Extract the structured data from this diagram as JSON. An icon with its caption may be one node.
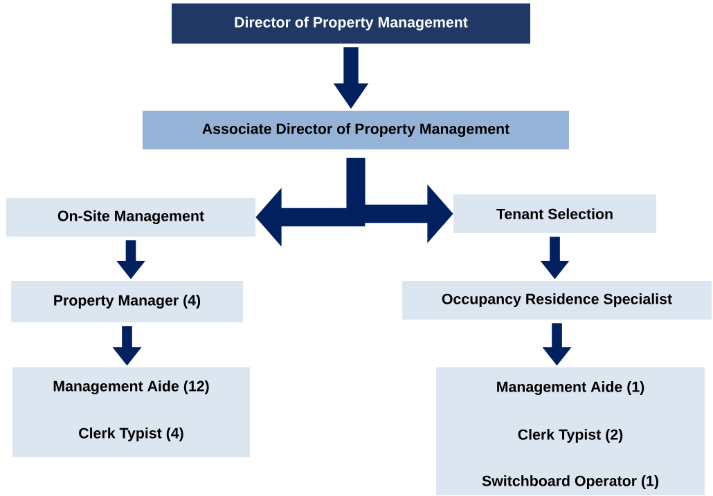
{
  "diagram": {
    "nodes": [
      {
        "text": [
          "Director of Property Management"
        ]
      },
      {
        "text": [
          "Associate Director of Property Management"
        ]
      },
      {
        "text": [
          "On-Site Management"
        ]
      },
      {
        "text": [
          "Tenant Selection"
        ]
      },
      {
        "text": [
          "Property Manager (4)"
        ]
      },
      {
        "text": [
          "Occupancy Residence Specialist"
        ]
      },
      {
        "text": [
          "Management Aide (12)",
          "Clerk Typist (4)"
        ]
      },
      {
        "text": [
          "Management Aide (1)",
          "Clerk Typist (2)",
          "Switchboard Operator (1)"
        ]
      }
    ],
    "edges": [
      {
        "from": 0,
        "to": 1,
        "arrow": "to"
      },
      {
        "from": 1,
        "to": 2,
        "arrow": "to",
        "style": "thick"
      },
      {
        "from": 1,
        "to": 3,
        "arrow": "to",
        "style": "thick"
      },
      {
        "from": 2,
        "to": 4,
        "arrow": "to"
      },
      {
        "from": 3,
        "to": 5,
        "arrow": "to"
      },
      {
        "from": 4,
        "to": 6,
        "arrow": "to"
      },
      {
        "from": 5,
        "to": 7,
        "arrow": "to"
      }
    ]
  }
}
